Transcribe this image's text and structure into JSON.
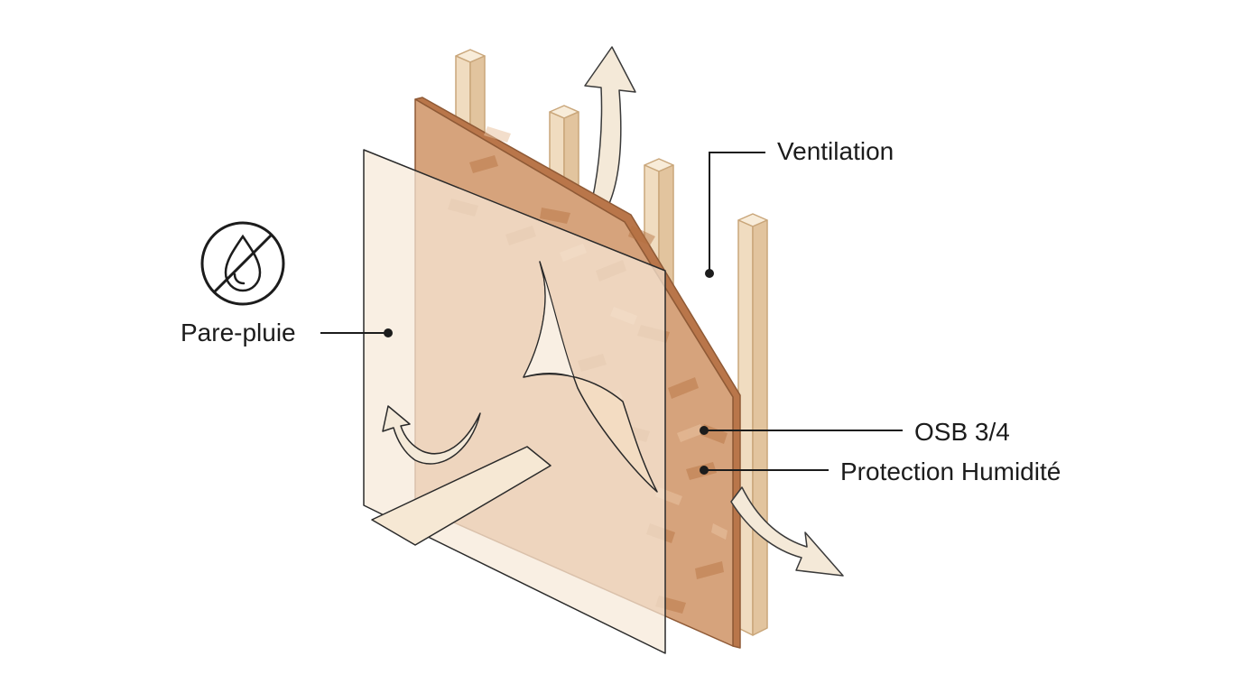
{
  "labels": {
    "ventilation": "Ventilation",
    "pare_pluie": "Pare-pluie",
    "osb": "OSB 3/4",
    "protection": "Protection Humidité"
  },
  "icons": {
    "no_water": "no-water-drop-icon"
  },
  "colors": {
    "osb_face": "#d6a37c",
    "osb_edge": "#b9764a",
    "osb_chip": "#a8663c",
    "batten": "#f0dcc0",
    "batten_edge": "#c9a67a",
    "membrane": "#f7e9d8",
    "arrow_fill": "#f4e9d8",
    "line": "#1c1c1c"
  }
}
